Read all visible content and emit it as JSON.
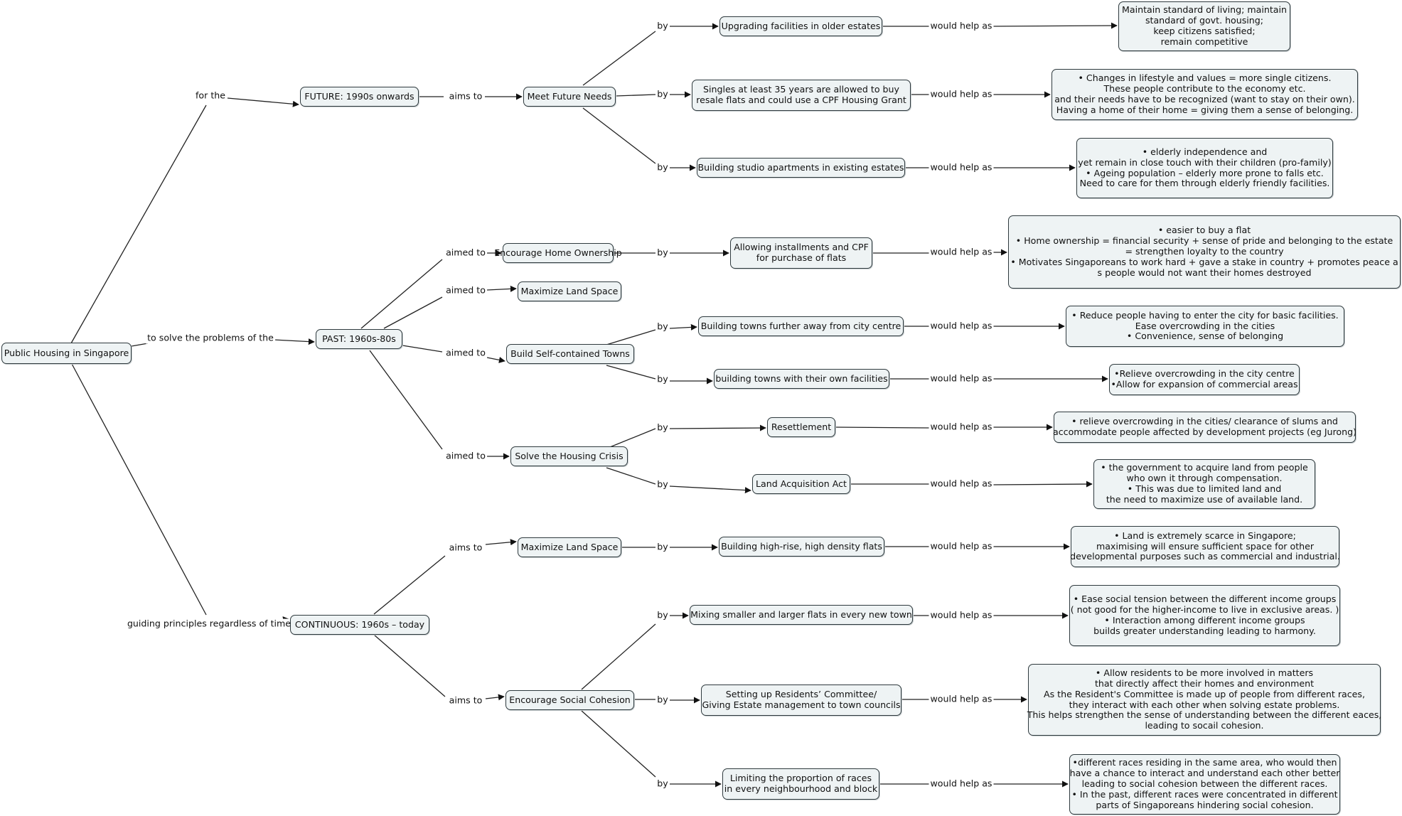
{
  "diagram": {
    "root": "Public Housing in Singapore",
    "branches": {
      "future": "FUTURE: 1990s onwards",
      "past": "PAST: 1960s-80s",
      "continuous": "CONTINUOUS: 1960s – today"
    },
    "branch_links": {
      "future": "for the",
      "past": "to solve the problems of the",
      "continuous": [
        "guiding principles",
        "regardless of time"
      ]
    },
    "goals": {
      "meet_future_needs": "Meet Future Needs",
      "encourage_home_ownership": "Encourage Home Ownership",
      "maximize_land_space_past": "Maximize Land Space",
      "build_self_contained_towns": "Build Self-contained Towns",
      "solve_housing_crisis": "Solve the Housing Crisis",
      "maximize_land_space_cont": "Maximize Land Space",
      "encourage_social_cohesion": "Encourage Social Cohesion"
    },
    "methods": {
      "upgrading": [
        "Upgrading facilities in older estates"
      ],
      "singles": [
        "Singles at least 35 years are allowed to buy",
        "resale flats and could use a CPF Housing Grant"
      ],
      "studio": [
        "Building studio apartments in existing estates"
      ],
      "installments": [
        "Allowing installments and CPF",
        "for purchase of flats"
      ],
      "towns_further": [
        "Building towns further away from city centre"
      ],
      "towns_facilities": [
        "building towns with their own facilities"
      ],
      "resettlement": [
        "Resettlement"
      ],
      "land_acquisition": [
        "Land Acquisition Act"
      ],
      "high_rise": [
        "Building high-rise, high density flats"
      ],
      "mixing_flats": [
        "Mixing smaller and larger flats in every new town"
      ],
      "residents_committee": [
        "Setting up Residents’ Committee/",
        "Giving Estate management to town councils"
      ],
      "limiting_races": [
        "Limiting the proportion of races",
        "in every neighbourhood and block"
      ]
    },
    "outcomes": {
      "upgrading": [
        "Maintain standard of living; maintain",
        "standard of govt. housing;",
        "keep citizens satisfied;",
        "remain competitive"
      ],
      "singles": [
        "•    Changes in lifestyle and values = more single citizens.",
        "These people contribute to the economy etc.",
        "and their needs have to be recognized (want to stay on their own).",
        "Having a home of their home = giving them a sense of belonging."
      ],
      "studio": [
        "•    elderly independence and",
        "yet remain in close touch with their children (pro-family)",
        "•    Ageing population – elderly more prone to falls etc.",
        "Need to care for them through elderly friendly facilities."
      ],
      "installments": [
        "•    easier to buy a flat",
        "•    Home ownership = financial security + sense of pride and belonging to the estate",
        "= strengthen loyalty to the country",
        "•    Motivates Singaporeans to work hard + gave a stake in country + promotes peace a",
        "s people would not want their homes destroyed"
      ],
      "towns_further": [
        "•    Reduce people having to enter the city for basic facilities.",
        "Ease overcrowding in the cities",
        "•    Convenience, sense of belonging"
      ],
      "towns_facilities": [
        "•Relieve overcrowding in the city centre",
        "•Allow for expansion of commercial areas"
      ],
      "resettlement": [
        "• relieve overcrowding in the cities/ clearance of slums and",
        "accommodate people affected by development projects (eg Jurong)"
      ],
      "land_acquisition": [
        "•    the government to acquire land from people",
        "who own it through compensation.",
        "•    This was due to limited land and",
        "the need to maximize use of available land."
      ],
      "high_rise": [
        "•    Land is extremely scarce in Singapore;",
        "maximising will ensure sufficient space  for other",
        "developmental purposes such as commercial and industrial."
      ],
      "mixing_flats": [
        "•    Ease social tension between the different income groups",
        "( not good for the higher-income to live in exclusive areas. )",
        "•    Interaction among different income groups",
        "builds greater understanding leading to harmony."
      ],
      "residents_committee": [
        "•    Allow residents to be more involved in matters",
        "that directly affect their homes and environment",
        "As the Resident's Committee is made up of people from different races,",
        "they interact with each other when solving estate problems.",
        "This helps strengthen the sense of understanding between the different eaces,",
        "leading to socail cohesion."
      ],
      "limiting_races": [
        "•different races residing in the same area, who would then",
        "have a chance to interact and understand each other better",
        "leading to social cohesion between the different races.",
        "• In the past, different races were concentrated in different",
        "parts of Singaporeans hindering social cohesion."
      ]
    },
    "link_words": {
      "aims_to": "aims to",
      "aimed_to": "aimed to",
      "by": "by",
      "would_help_as": "would help as"
    }
  }
}
